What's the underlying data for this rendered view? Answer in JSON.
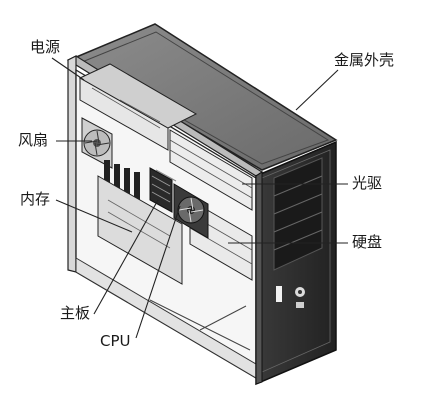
{
  "diagram": {
    "labels": {
      "power_supply": "电源",
      "metal_case": "金属外壳",
      "fan": "风扇",
      "optical_drive": "光驱",
      "memory": "内存",
      "hard_disk": "硬盘",
      "motherboard": "主板",
      "cpu": "CPU"
    }
  }
}
